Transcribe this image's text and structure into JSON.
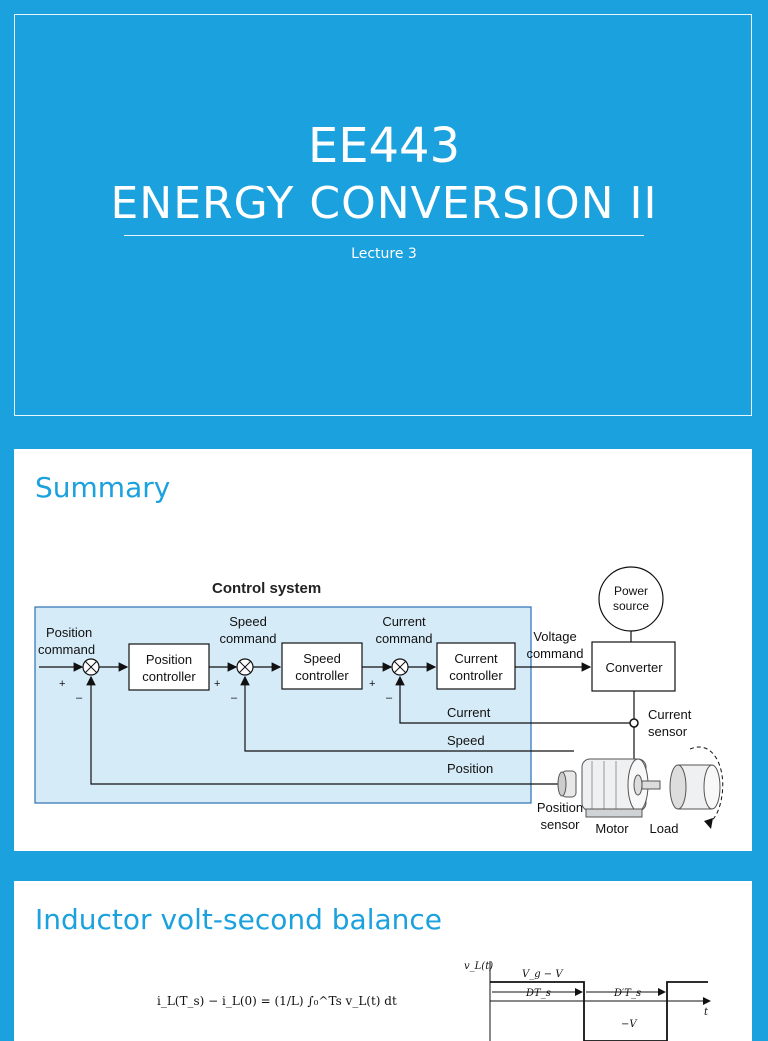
{
  "slide1": {
    "title_line1": "EE443",
    "title_line2": "ENERGY CONVERSION II",
    "subtitle": "Lecture 3"
  },
  "slide2": {
    "title": "Summary",
    "diagram": {
      "control_system_label": "Control system",
      "position_command": [
        "Position",
        "command"
      ],
      "speed_command": [
        "Speed",
        "command"
      ],
      "current_command": [
        "Current",
        "command"
      ],
      "voltage_command": [
        "Voltage",
        "command"
      ],
      "position_controller": [
        "Position",
        "controller"
      ],
      "speed_controller": [
        "Speed",
        "controller"
      ],
      "current_controller": [
        "Current",
        "controller"
      ],
      "converter": "Converter",
      "power_source": [
        "Power",
        "source"
      ],
      "current_feedback": "Current",
      "speed_feedback": "Speed",
      "position_feedback": "Position",
      "current_sensor": [
        "Current",
        "sensor"
      ],
      "position_sensor": [
        "Position",
        "sensor"
      ],
      "motor": "Motor",
      "load": "Load",
      "plus": "+",
      "minus": "–"
    }
  },
  "slide3": {
    "title": "Inductor volt-second balance",
    "equation": "i_L(T_s) − i_L(0) = (1/L) ∫₀^Ts v_L(t) dt",
    "waveform": {
      "ylabel": "v_L(t)",
      "level_high": "V_g − V",
      "dts": "DT_s",
      "dpts": "D′T_s",
      "t": "t",
      "level_low": "−V"
    }
  },
  "colors": {
    "accent": "#1ba1dd",
    "diagram_box": "#d6ebf8"
  }
}
